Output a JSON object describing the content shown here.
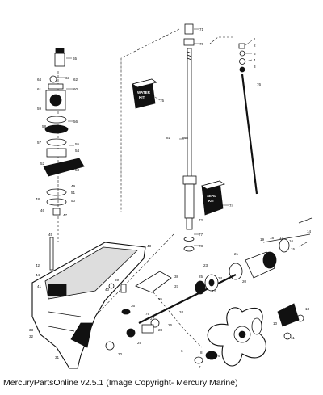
{
  "caption": "MercuryPartsOnline v2.5.1 (Image Copyright- Mercury Marine)",
  "boxes": {
    "water_pump_kit": [
      "WATER",
      "KIT"
    ],
    "seal_kit": [
      "SEAL",
      "KIT"
    ]
  },
  "callouts": {
    "c71": "71",
    "c70": "70",
    "c65": "65",
    "c64": "64",
    "c63": "63",
    "c62": "62",
    "c61": "61",
    "c60": "60",
    "c59": "59",
    "c58": "58",
    "c57": "57",
    "c56": "56",
    "c55": "55",
    "c54": "54",
    "c53": "53",
    "c52": "52",
    "c51": "51",
    "c50": "50",
    "c49": "49",
    "c48": "48",
    "c47": "47",
    "c46": "46",
    "c45": "45",
    "c44": "44",
    "c43": "43",
    "c42": "42",
    "c41": "41",
    "c40": "40",
    "c39": "39",
    "c38": "38",
    "c37": "37",
    "c36": "36",
    "c35": "35",
    "c34": "34",
    "c33": "33",
    "c32": "32",
    "c31": "31",
    "c30": "30",
    "c29": "29",
    "c28": "28",
    "c27": "27",
    "c26": "26",
    "c25": "25",
    "c24": "24",
    "c23": "23",
    "c22": "22",
    "c21": "21",
    "c20": "20",
    "c19": "19",
    "c18": "18",
    "c17": "17",
    "c16": "16",
    "c15": "15",
    "c14": "14",
    "c13": "13",
    "c12": "12",
    "c11": "11",
    "c10": "10",
    "c9": "9",
    "c8": "8",
    "c7": "7",
    "c6": "6",
    "c5": "5",
    "c4": "4",
    "c3": "3",
    "c2": "2",
    "c1": "1",
    "c72": "72",
    "c73": "73",
    "c74": "74",
    "c75": "75",
    "c76": "76",
    "c77": "77",
    "c78": "78",
    "c79": "79",
    "c80": "80",
    "c81": "81"
  }
}
